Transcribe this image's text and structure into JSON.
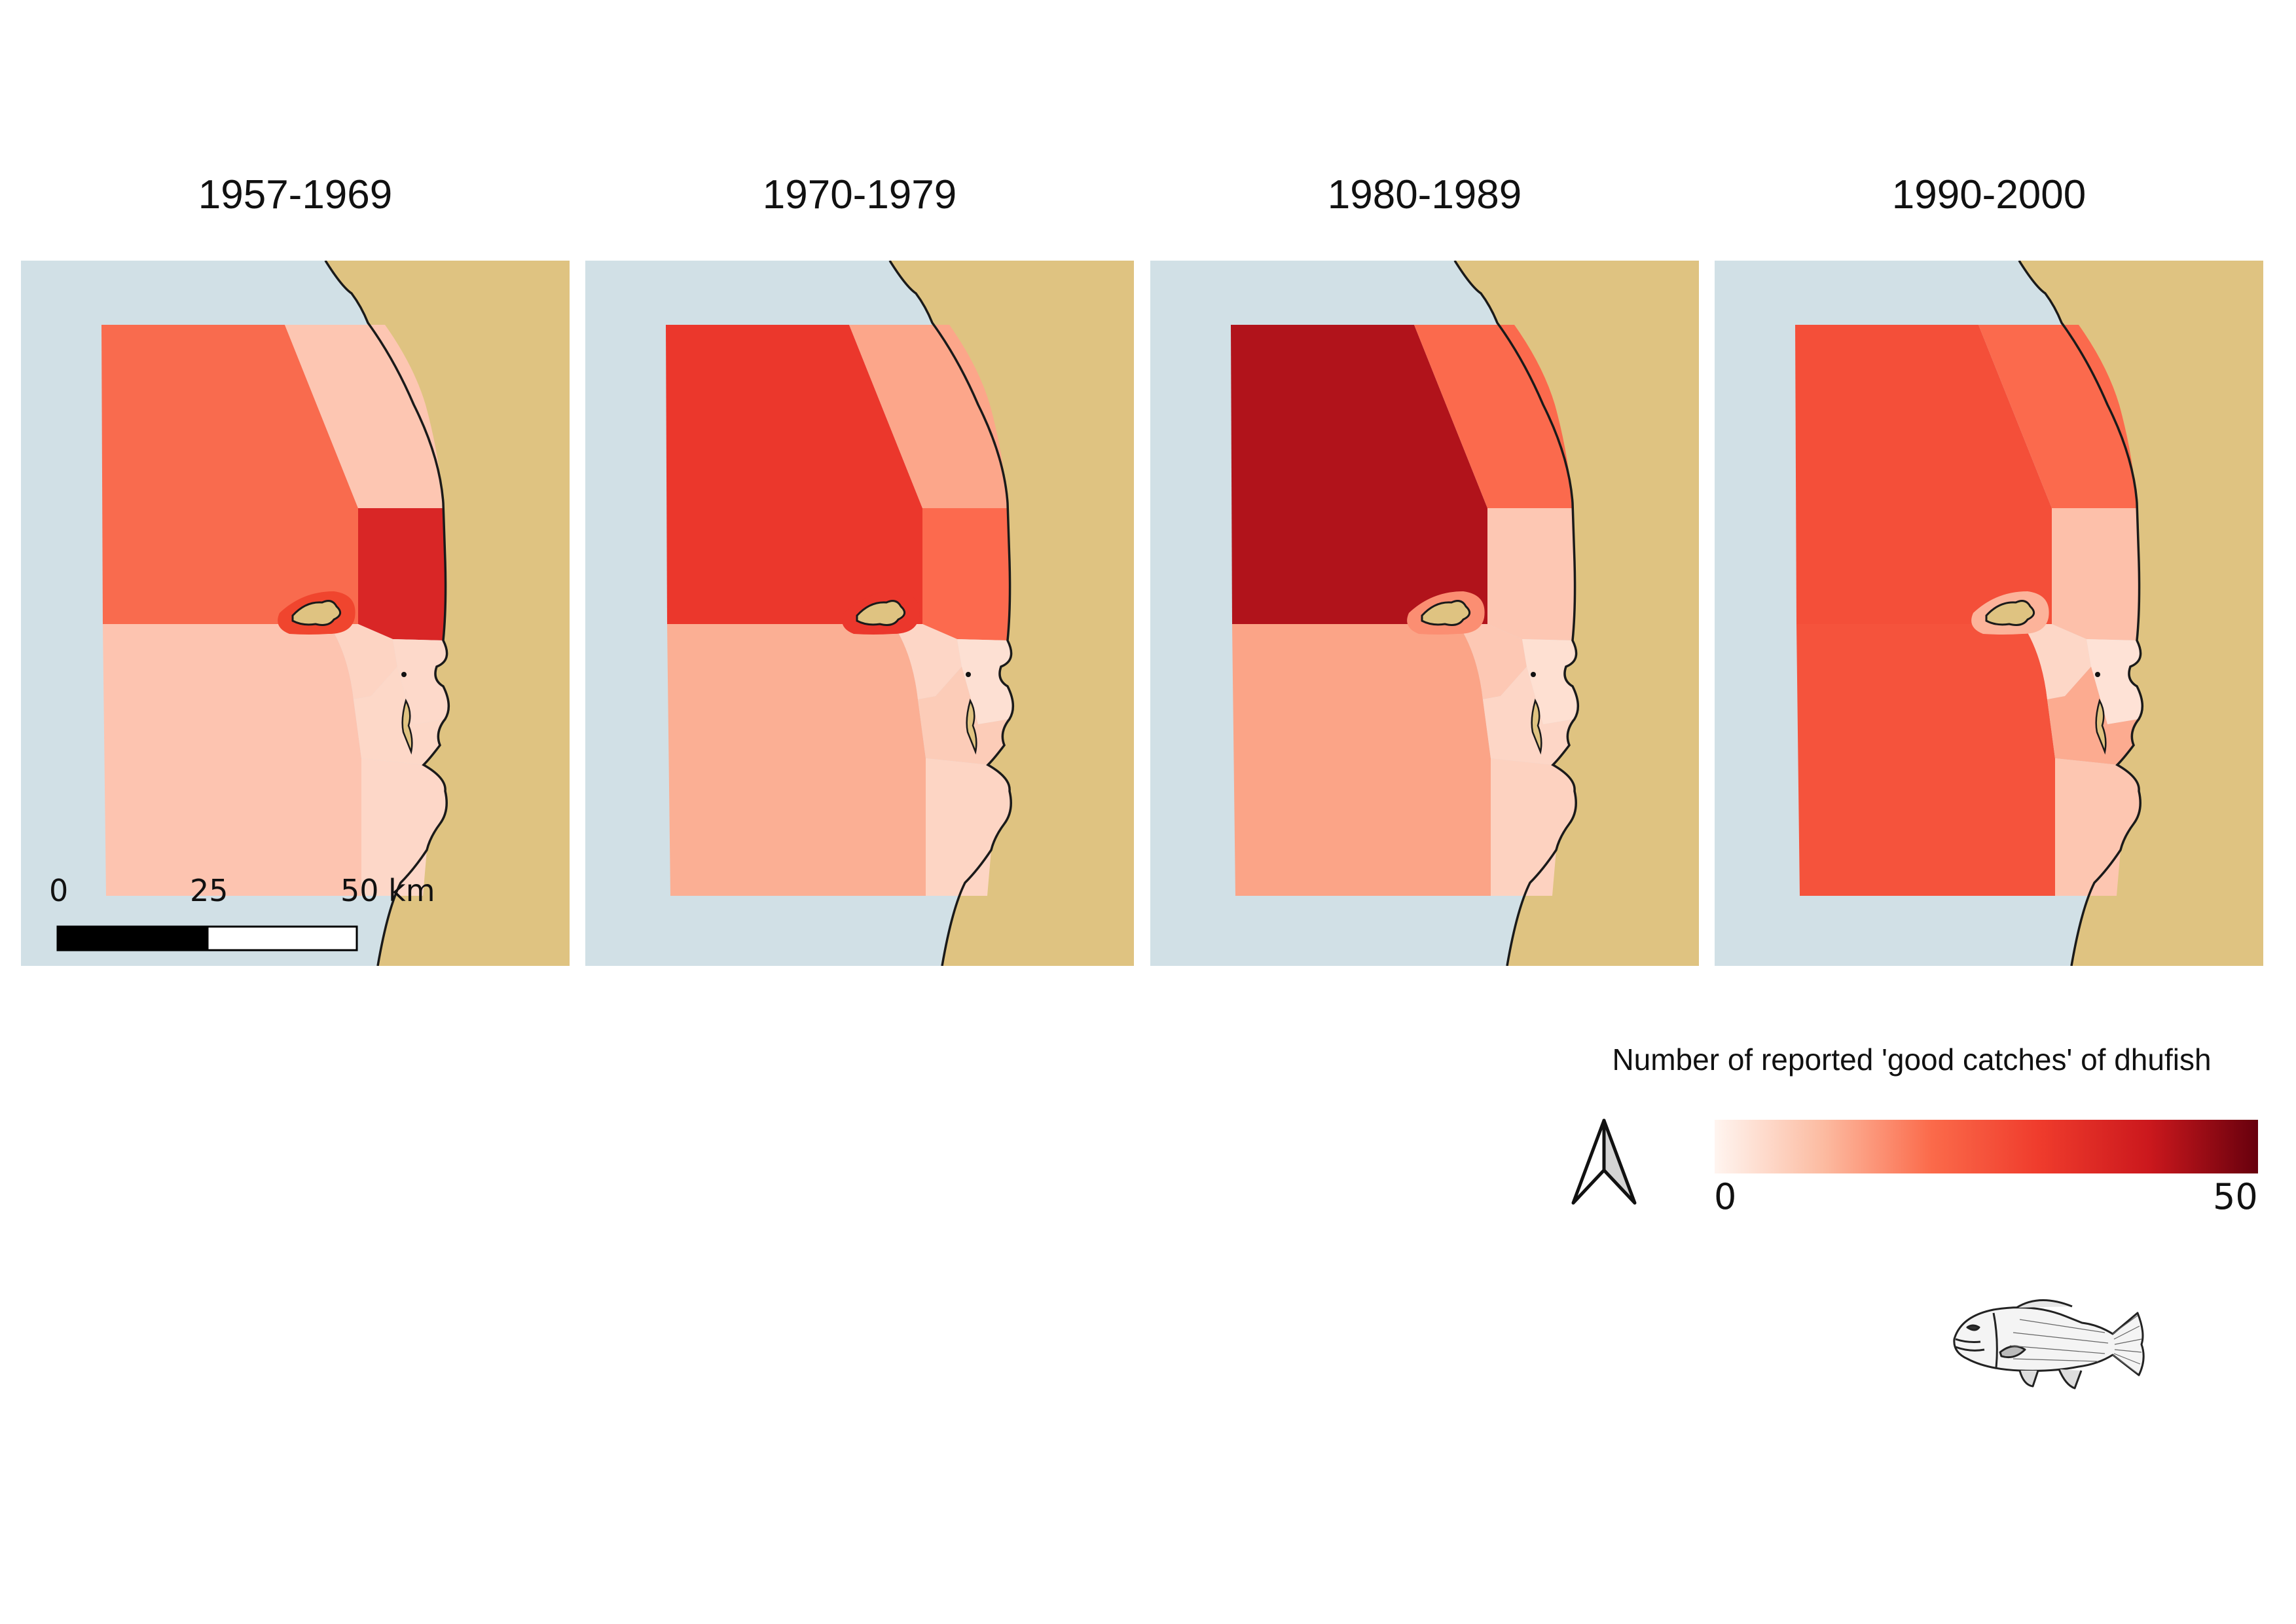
{
  "panels": [
    {
      "title": "1957-1969",
      "zones": {
        "nw": "#f96b4e",
        "ne": "#fdc6b2",
        "e_mid": "#d92626",
        "island_ring": "#f0452e",
        "sw": "#fdc4b0",
        "s_mid": "#fdd4c3",
        "s_coast": "#fdd9ca",
        "se": "#fdd8c8",
        "far_s": "#fdd7c8"
      }
    },
    {
      "title": "1970-1979",
      "zones": {
        "nw": "#eb372c",
        "ne": "#fca68a",
        "e_mid": "#fc6a4e",
        "island_ring": "#eb372c",
        "sw": "#fbaf94",
        "s_mid": "#fdd6c6",
        "s_coast": "#fde0d3",
        "se": "#fcccb8",
        "far_s": "#fdd5c4"
      }
    },
    {
      "title": "1980-1989",
      "zones": {
        "nw": "#b1131b",
        "ne": "#fb6a4d",
        "e_mid": "#fdc7b3",
        "island_ring": "#fb8e72",
        "sw": "#fba487",
        "s_mid": "#fdc8b4",
        "s_coast": "#fee0d2",
        "se": "#fdd6c6",
        "far_s": "#fdd2c0"
      }
    },
    {
      "title": "1990-2000",
      "zones": {
        "nw": "#f44f39",
        "ne": "#fb6a4d",
        "e_mid": "#fdc0aa",
        "island_ring": "#fcb39a",
        "sw": "#f5533c",
        "s_mid": "#fdd7c7",
        "s_coast": "#fee2d6",
        "se": "#fcab90",
        "far_s": "#fdc6b1"
      }
    }
  ],
  "colors": {
    "sea": "#d1e0e6",
    "land": "#dfc381",
    "coastline": "#1a1a1a"
  },
  "scalebar": {
    "labels": [
      "0",
      "25",
      "50 km"
    ]
  },
  "legend": {
    "title": "Number of reported 'good catches' of dhufish",
    "min_label": "0",
    "max_label": "50",
    "gradient": [
      "#fff5f0",
      "#fcbba1",
      "#fb6a4a",
      "#ef3b2c",
      "#cb181d",
      "#67000d"
    ]
  },
  "icons": {
    "north_arrow": "north-arrow-icon",
    "fish": "dhufish-icon"
  }
}
